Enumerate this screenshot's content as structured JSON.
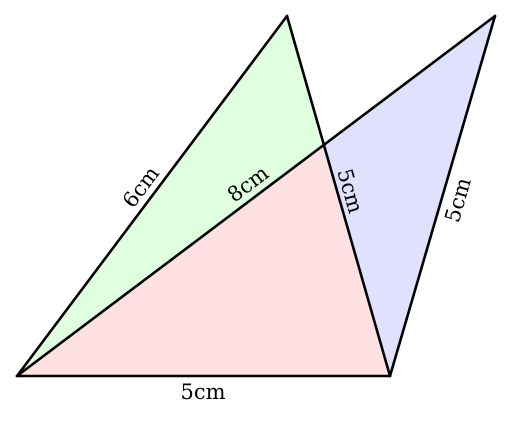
{
  "diagram": {
    "labels": {
      "left_side": "6cm",
      "diagonal": "8cm",
      "middle_side": "5cm",
      "right_side": "5cm",
      "base": "5cm"
    },
    "colors": {
      "green_region": "#dfffdf",
      "red_region": "#ffe1e1",
      "blue_region": "#e0e0ff",
      "stroke": "#000000"
    }
  }
}
